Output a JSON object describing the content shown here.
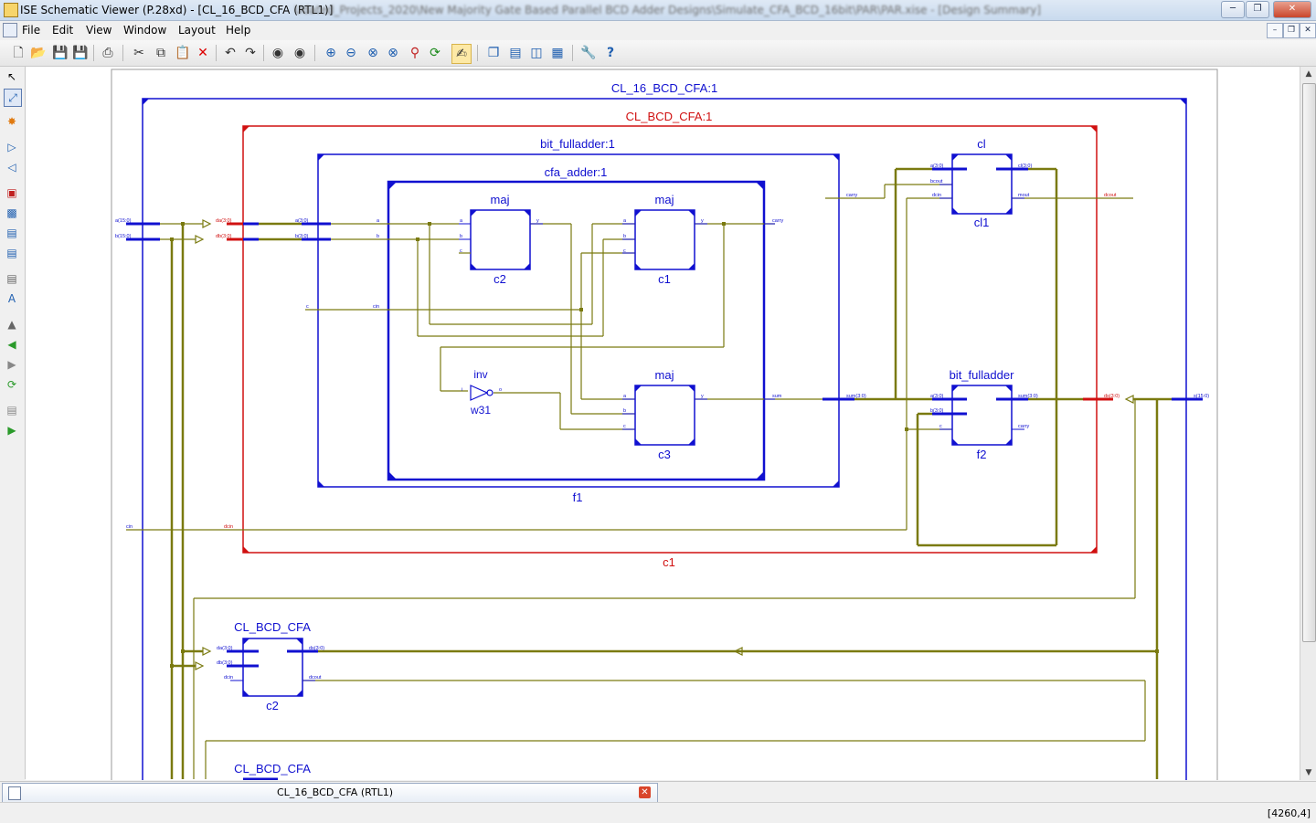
{
  "window": {
    "title": "ISE Schematic Viewer (P.28xd) - [CL_16_BCD_CFA (RTL1)]",
    "path_blurred": "Udated_Projects_2020\\New Majority Gate Based Parallel BCD Adder Designs\\Simulate_CFA_BCD_16bit\\PAR\\PAR.xise - [Design Summary]",
    "minimize_icon": "minimize-icon",
    "restore_icon": "restore-icon",
    "close_icon": "close-icon"
  },
  "menu": {
    "items": [
      "File",
      "Edit",
      "View",
      "Window",
      "Layout",
      "Help"
    ]
  },
  "toolbar": {
    "icons": [
      "new-icon",
      "open-icon",
      "save-icon",
      "save-all-icon",
      "print-icon",
      "cut-icon",
      "copy-icon",
      "paste-icon",
      "delete-icon",
      "undo-icon",
      "redo-icon",
      "find-icon",
      "find-next-icon",
      "zoom-in-icon",
      "zoom-out-icon",
      "zoom-full-icon",
      "zoom-selection-icon",
      "zoom-area-icon",
      "refresh-icon",
      "pan-icon",
      "cascade-icon",
      "tile-horizontal-icon",
      "tile-vertical-icon",
      "arrange-icon",
      "tools-icon",
      "help-icon"
    ]
  },
  "schematic": {
    "top_label": "CL_16_BCD_CFA:1",
    "bcd_label": "CL_BCD_CFA:1",
    "bcd_instance": "c1",
    "bitfa_label": "bit_fulladder:1",
    "bitfa_instance": "f1",
    "cfa_label": "cfa_adder:1",
    "maj": "maj",
    "inv": "inv",
    "c2": "c2",
    "c1": "c1",
    "c3": "c3",
    "w31": "w31",
    "cl_label": "cl",
    "cl_instance": "cl1",
    "bitfa2_label": "bit_fulladder",
    "bitfa2_instance": "f2",
    "bcd2_label": "CL_BCD_CFA",
    "bcd2_instance": "c2",
    "bcd3_label": "CL_BCD_CFA",
    "pins": {
      "a15": "a(15:0)",
      "b15": "b(15:0)",
      "da": "da(3:0)",
      "db": "db(3:0)",
      "a30": "a(3:0)",
      "b30": "b(3:0)",
      "a": "a",
      "b": "b",
      "c": "c",
      "y": "y",
      "carry": "carry",
      "cin": "cin",
      "sum": "sum",
      "sum30": "sum(3:0)",
      "i": "i",
      "o": "o",
      "bcout": "bcout",
      "dcin": "dcin",
      "cl30": "cl(3:0)",
      "mout": "mout",
      "dcout": "dcout",
      "ds30": "ds(3:0)",
      "s150": "s(15:0)"
    }
  },
  "tab": {
    "label": "CL_16_BCD_CFA (RTL1)"
  },
  "status": {
    "coords": "[4260,4]"
  }
}
